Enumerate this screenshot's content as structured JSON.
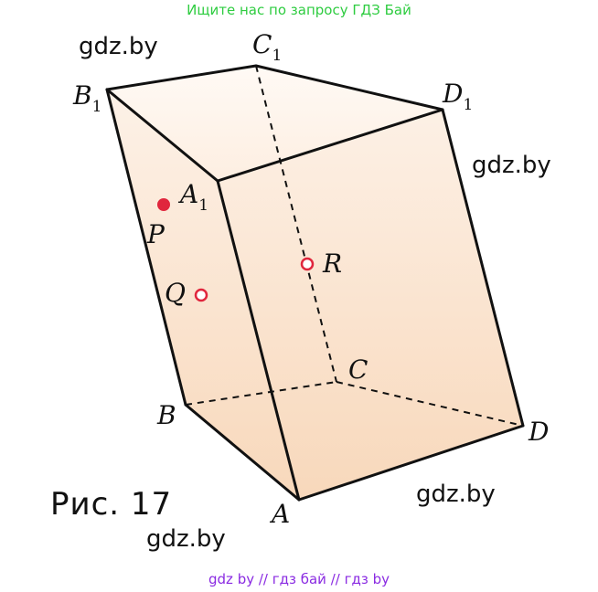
{
  "banner": "Ищите нас по запросу ГДЗ Бай",
  "watermarks": [
    "gdz.by",
    "gdz.by",
    "gdz.by",
    "gdz.by"
  ],
  "caption": "Рис.  17",
  "footer": "gdz by  //  гдз бай  //  гдз by",
  "vertices": {
    "A": "A",
    "B": "B",
    "C": "C",
    "D": "D",
    "A1": "A",
    "B1": "B",
    "C1": "C",
    "D1": "D",
    "sub1": "1"
  },
  "points": {
    "P": "P",
    "Q": "Q",
    "R": "R"
  },
  "colors": {
    "point": "#e0263d",
    "banner": "#2ecc40",
    "footer": "#8a2be2",
    "fill_top": "#fdf3ea",
    "fill_bottom": "#f9dcc1"
  }
}
